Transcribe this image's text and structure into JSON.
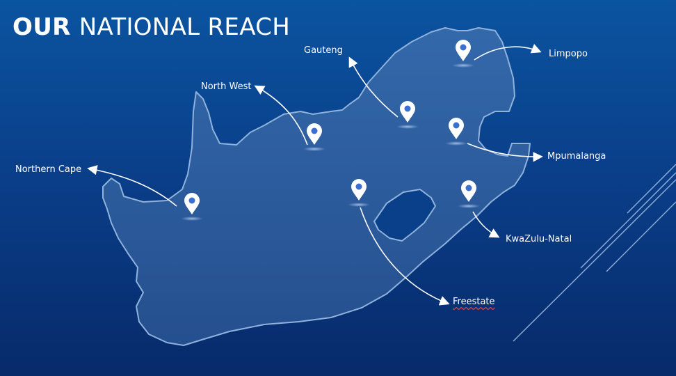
{
  "slide": {
    "title_bold": "OUR",
    "title_rest": "NATIONAL REACH"
  },
  "regions": [
    {
      "id": "northern-cape",
      "label": "Northern Cape"
    },
    {
      "id": "north-west",
      "label": "North West"
    },
    {
      "id": "gauteng",
      "label": "Gauteng"
    },
    {
      "id": "limpopo",
      "label": "Limpopo"
    },
    {
      "id": "mpumalanga",
      "label": "Mpumalanga"
    },
    {
      "id": "freestate",
      "label": "Freestate"
    },
    {
      "id": "kwazulu-natal",
      "label": "KwaZulu-Natal"
    }
  ],
  "colors": {
    "map_fill": "#2d5f9e",
    "map_stroke": "#8fb3dc",
    "pin_fill": "#ffffff",
    "pin_dot": "#3b6fd0",
    "accent_lines": "#b9d3f0"
  }
}
